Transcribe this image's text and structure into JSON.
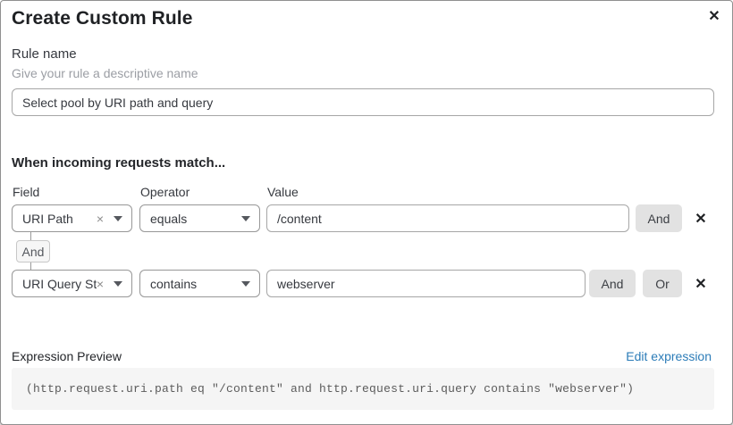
{
  "dialog": {
    "title": "Create Custom Rule",
    "close_icon": "✕"
  },
  "rule_name": {
    "label": "Rule name",
    "helper": "Give your rule a descriptive name",
    "value": "Select pool by URI path and query"
  },
  "match_section": {
    "heading": "When incoming requests match...",
    "columns": {
      "field": "Field",
      "operator": "Operator",
      "value": "Value"
    },
    "rows": [
      {
        "field": "URI Path",
        "operator": "equals",
        "value": "/content",
        "and_label": "And",
        "delete_icon": "✕",
        "clear_icon": "×"
      },
      {
        "field": "URI Query St...",
        "operator": "contains",
        "value": "webserver",
        "and_label": "And",
        "or_label": "Or",
        "delete_icon": "✕",
        "clear_icon": "×"
      }
    ],
    "connector_label": "And"
  },
  "expression": {
    "label": "Expression Preview",
    "edit_link": "Edit expression",
    "code": "(http.request.uri.path eq \"/content\" and http.request.uri.query contains \"webserver\")"
  },
  "colors": {
    "link_blue": "#2c7cb8",
    "button_gray": "#e2e2e2",
    "code_bg": "#f5f5f5"
  }
}
